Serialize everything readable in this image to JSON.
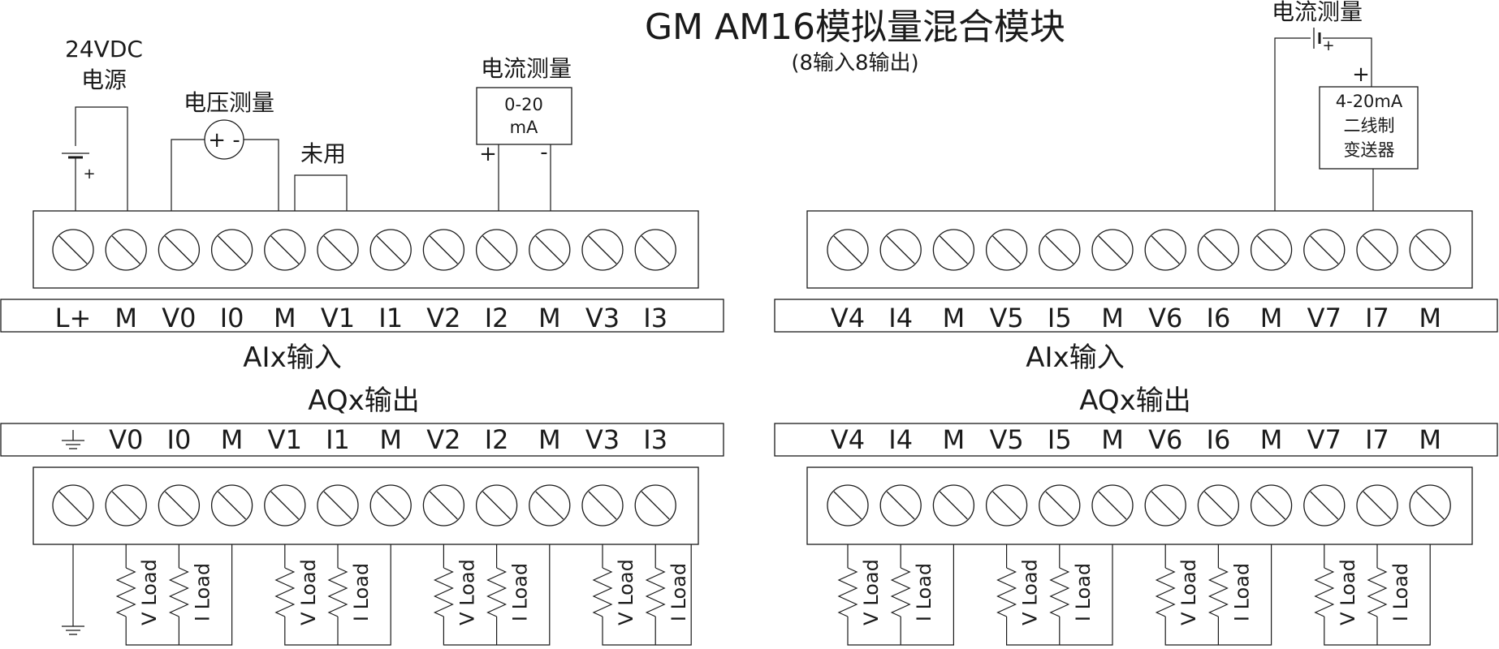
{
  "title": "GM AM16模拟量混合模块",
  "subtitle": "(8输入8输出)",
  "labels": {
    "power": [
      "24VDC",
      "电源"
    ],
    "voltage_measure": "电压测量",
    "unused": "未用",
    "current_measure_left": "电流测量",
    "current_measure_right": "电流测量",
    "meter_signs": "+ -",
    "current_box": [
      "0-20",
      "mA"
    ],
    "transmitter": [
      "4-20mA",
      "二线制",
      "变送器"
    ],
    "plus": "+",
    "minus": "-"
  },
  "sections": {
    "ai_left": "AIx输入",
    "ai_right": "AIx输入",
    "aq_left": "AQx输出",
    "aq_right": "AQx输出"
  },
  "terminals": {
    "ai_left": [
      "L+",
      "M",
      "V0",
      "I0",
      "M",
      "V1",
      "I1",
      "V2",
      "I2",
      "M",
      "V3",
      "I3"
    ],
    "ai_right": [
      "V4",
      "I4",
      "M",
      "V5",
      "I5",
      "M",
      "V6",
      "I6",
      "M",
      "V7",
      "I7",
      "M"
    ],
    "aq_left": [
      "",
      "V0",
      "I0",
      "M",
      "V1",
      "I1",
      "M",
      "V2",
      "I2",
      "M",
      "V3",
      "I3"
    ],
    "aq_right": [
      "V4",
      "I4",
      "M",
      "V5",
      "I5",
      "M",
      "V6",
      "I6",
      "M",
      "V7",
      "I7",
      "M"
    ]
  },
  "loads": {
    "v": "V Load",
    "i": "I Load"
  },
  "icons": [
    "ground-icon",
    "battery-icon",
    "voltmeter-icon",
    "resistor-icon",
    "terminal-screw-icon"
  ]
}
